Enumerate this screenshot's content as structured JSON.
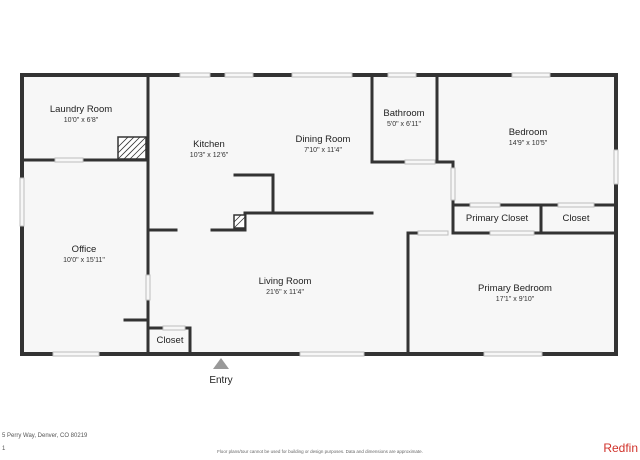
{
  "rooms": {
    "laundry": {
      "name": "Laundry Room",
      "dims": "10'0\" x 6'8\""
    },
    "kitchen": {
      "name": "Kitchen",
      "dims": "10'3\" x 12'6\""
    },
    "dining": {
      "name": "Dining Room",
      "dims": "7'10\" x 11'4\""
    },
    "bathroom": {
      "name": "Bathroom",
      "dims": "5'0\" x 6'11\""
    },
    "bedroom": {
      "name": "Bedroom",
      "dims": "14'9\" x 10'5\""
    },
    "office": {
      "name": "Office",
      "dims": "10'0\" x 15'11\""
    },
    "living": {
      "name": "Living Room",
      "dims": "21'6\" x 11'4\""
    },
    "primary_bedroom": {
      "name": "Primary Bedroom",
      "dims": "17'1\" x 9'10\""
    },
    "primary_closet": {
      "name": "Primary Closet"
    },
    "closet_right": {
      "name": "Closet"
    },
    "closet_left": {
      "name": "Closet"
    }
  },
  "entry_label": "Entry",
  "footer": {
    "address": "5 Perry Way, Denver, CO 80219",
    "floor_number": "1",
    "disclaimer": "Floor plans/tour cannot be used for building or design purposes. Data and dimensions are approximate.",
    "logo": "Redfin"
  },
  "colors": {
    "wall": "#333333",
    "floor": "#f7f7f7",
    "window": "#bdbdbd",
    "brand": "#d0322b"
  }
}
